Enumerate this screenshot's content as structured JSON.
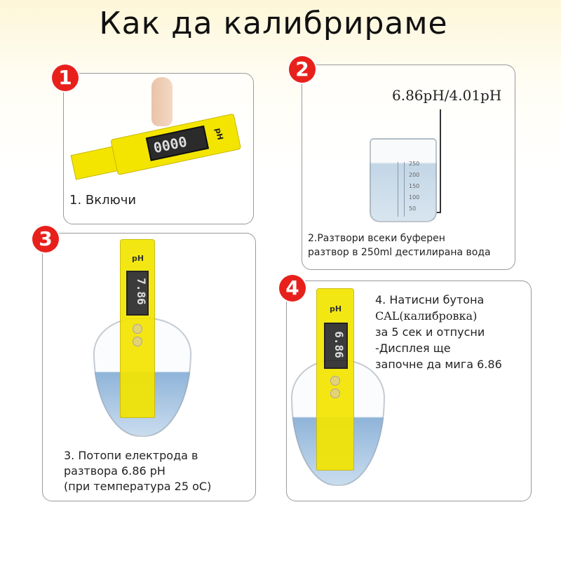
{
  "title": "Как да калибрираме",
  "brand_color": "#e8201c",
  "steps": [
    {
      "number": "1",
      "lines": [
        "1. Включи"
      ],
      "meter_label": "pH",
      "display": "0000"
    },
    {
      "number": "2",
      "heading": "6.86pH/4.01pH",
      "lines": [
        "2.Разтвори всеки буферен",
        "разтвор в 250ml дестилирана вода"
      ],
      "beaker_marks": [
        "250",
        "200",
        "150",
        "100",
        "50"
      ]
    },
    {
      "number": "3",
      "lines": [
        "3. Потопи електрода в",
        "разтвора 6.86 pH",
        "(при температура 25 оС)"
      ],
      "meter_label": "pH",
      "display": "7.86"
    },
    {
      "number": "4",
      "lines": [
        "4. Натисни бутона",
        "CAL(калибровка)",
        "за 5 сек и отпусни",
        "-Дисплея ще",
        "започне да мига 6.86"
      ],
      "meter_label": "pH",
      "display": "6.86"
    }
  ]
}
